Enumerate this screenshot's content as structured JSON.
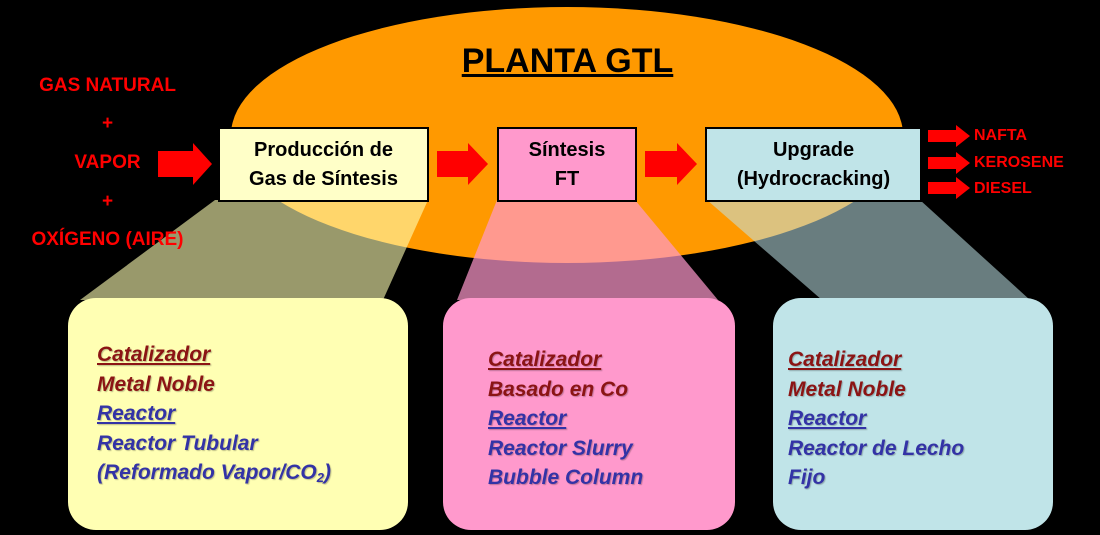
{
  "title": "PLANTA GTL",
  "inputs": [
    "GAS NATURAL",
    "+",
    "VAPOR",
    "+",
    "OXÍGENO (AIRE)"
  ],
  "stages": [
    {
      "line1": "Producción de",
      "line2": "Gas de Síntesis",
      "color": "#ffffc8"
    },
    {
      "line1": "Síntesis",
      "line2": "FT",
      "color": "#ff99cc"
    },
    {
      "line1": "Upgrade",
      "line2": "(Hydrocracking)",
      "color": "#c0e4e8"
    }
  ],
  "outputs": [
    "NAFTA",
    "KEROSENE",
    "DIESEL"
  ],
  "panels": [
    {
      "cat_label": "Catalizador",
      "cat_value": "Metal Noble",
      "reactor_label": "Reactor",
      "reactor_value": "Reactor Tubular",
      "reactor_value2_main": "(Reformado Vapor/CO",
      "reactor_value2_sub": "2",
      "reactor_value2_end": ")"
    },
    {
      "cat_label": "Catalizador",
      "cat_value": "Basado en Co",
      "reactor_label": "Reactor",
      "reactor_value": "Reactor Slurry",
      "reactor_value2": "Bubble Column"
    },
    {
      "cat_label": "Catalizador",
      "cat_value": "Metal Noble",
      "reactor_label": "Reactor",
      "reactor_value": "Reactor de Lecho",
      "reactor_value2": "Fijo"
    }
  ],
  "colors": {
    "background": "#000000",
    "ellipse": "#ff9900",
    "arrow": "#ff0000",
    "input_text": "#ff0000",
    "heading_red": "#8b1414",
    "heading_blue": "#3333a6"
  }
}
